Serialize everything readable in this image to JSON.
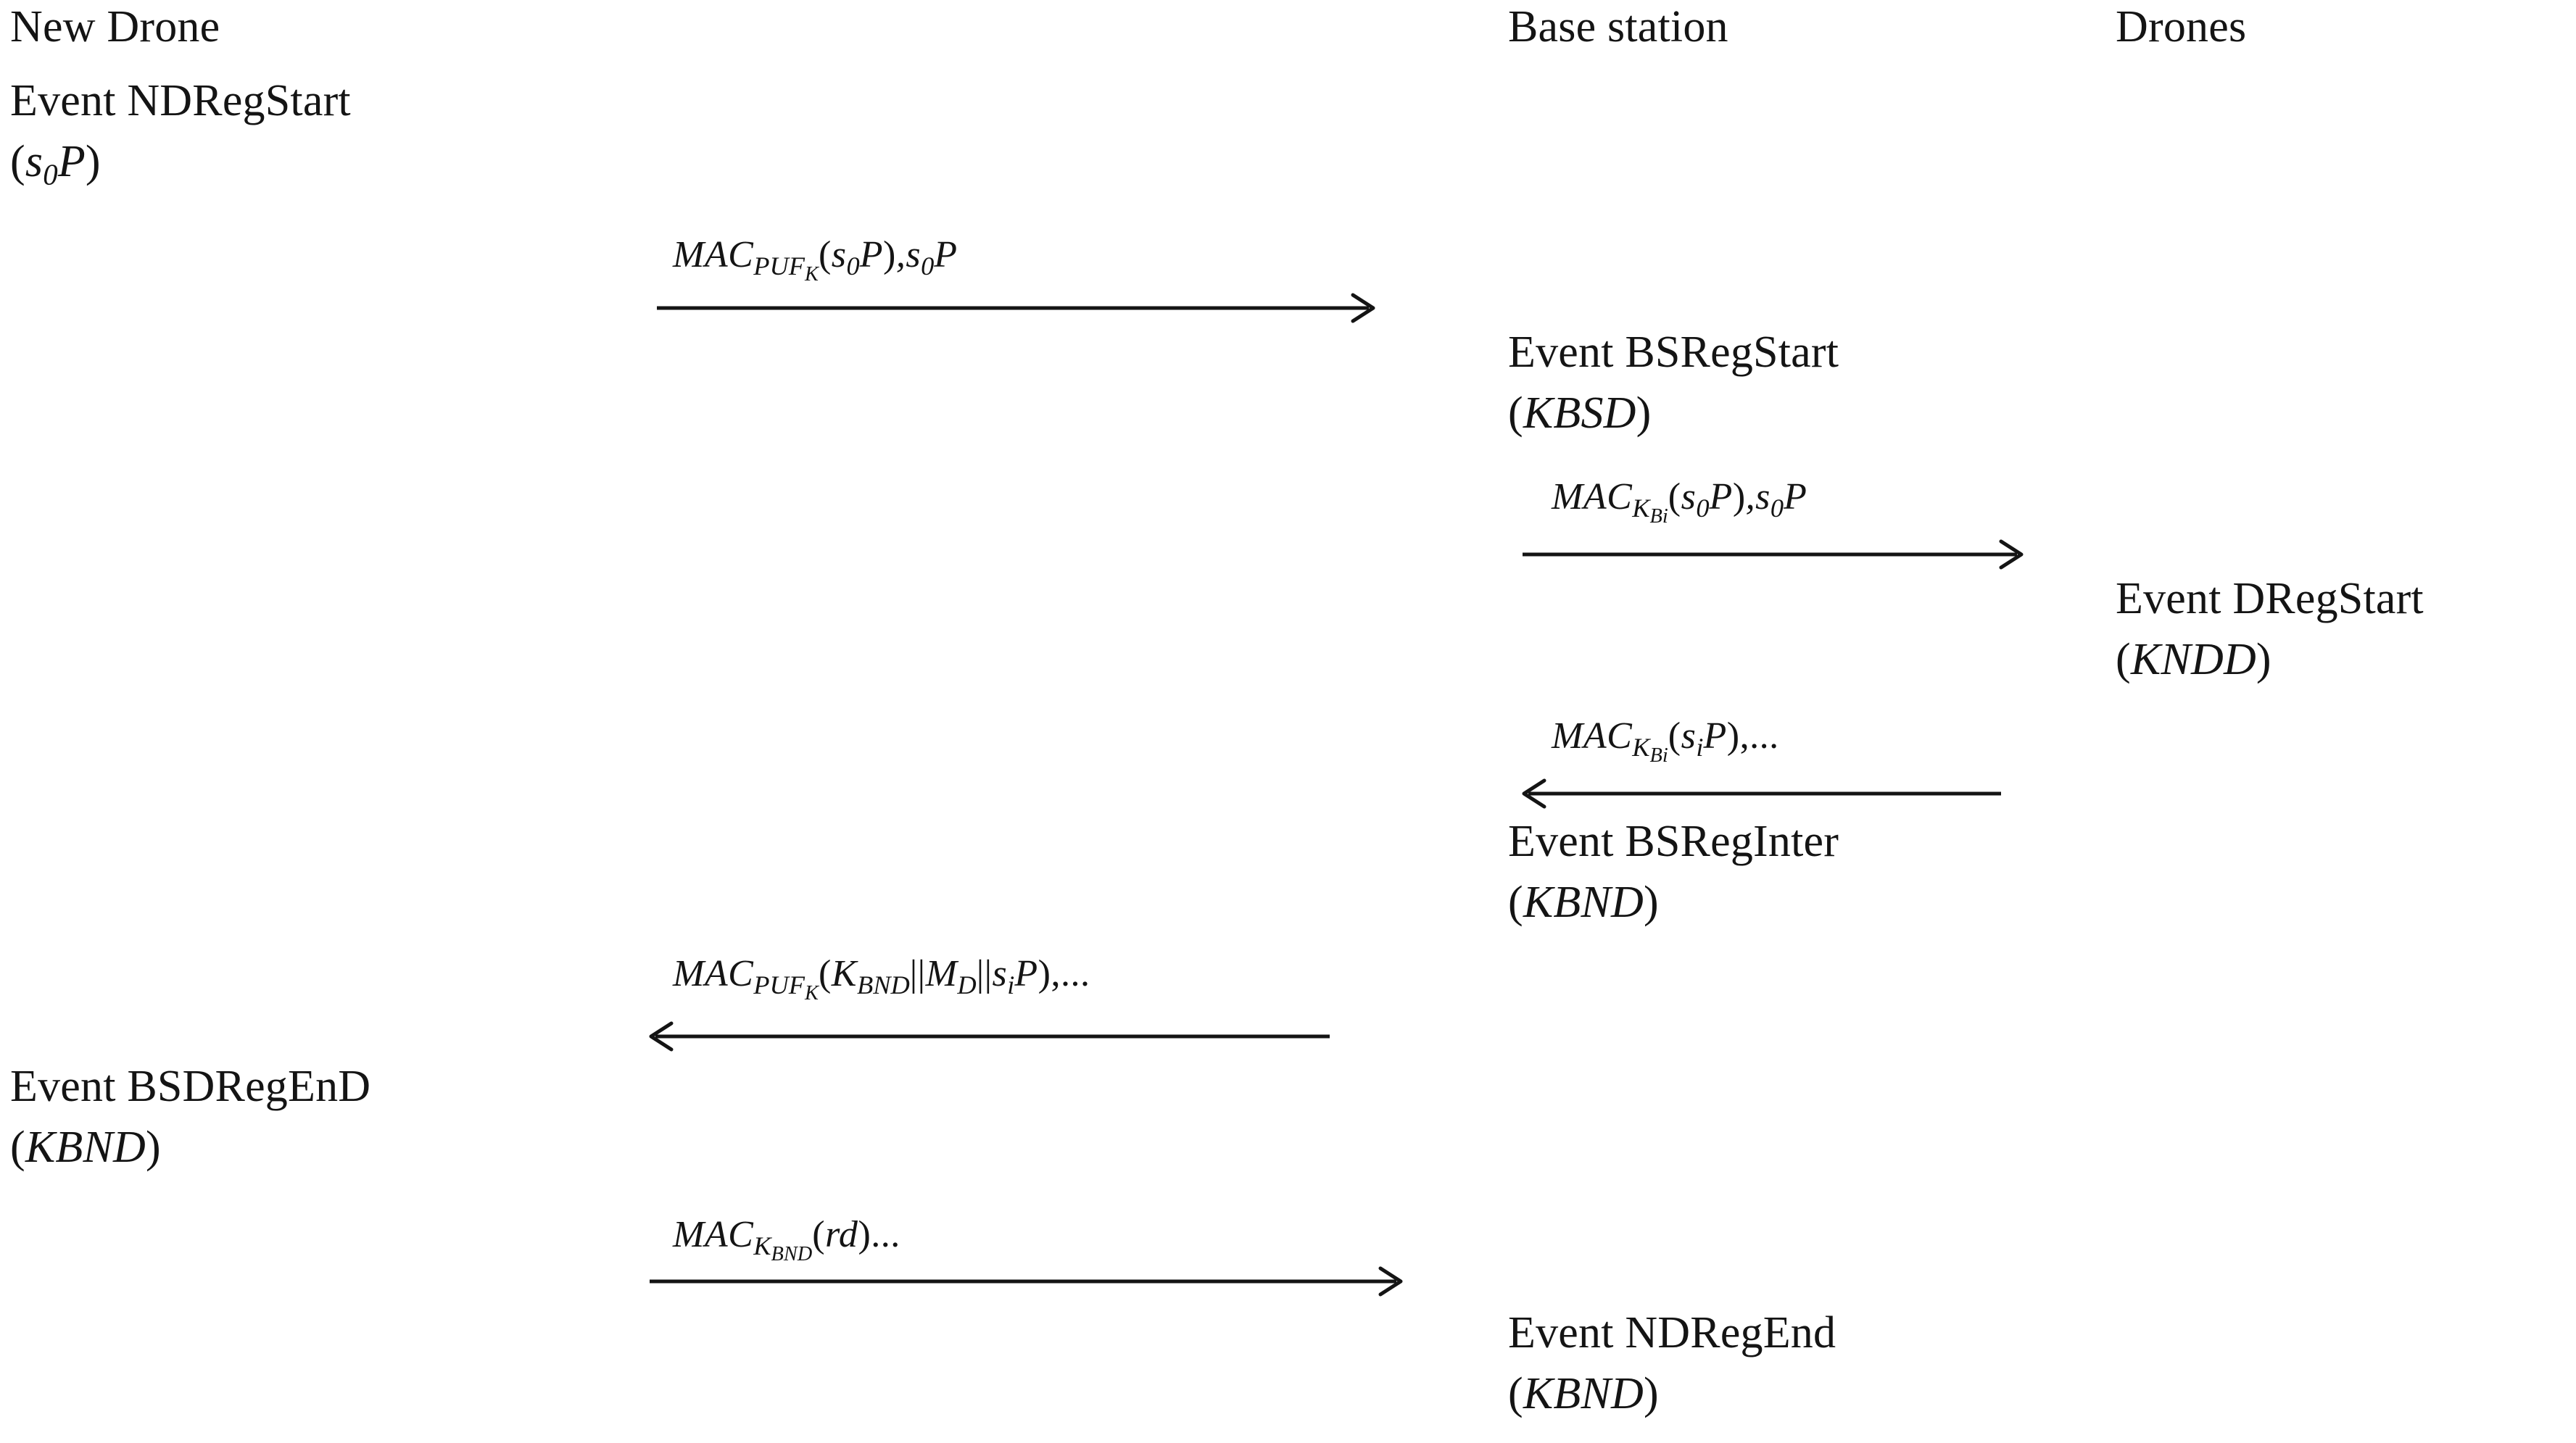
{
  "diagram": {
    "type": "sequence-diagram",
    "background_color": "#ffffff",
    "text_color": "#141414",
    "lifelines": [
      {
        "id": "new-drone",
        "label": "New Drone"
      },
      {
        "id": "base-station",
        "label": "Base station"
      },
      {
        "id": "drones",
        "label": "Drones"
      }
    ],
    "events": [
      {
        "id": "nd-reg-start",
        "lifeline": "new-drone",
        "name": "Event NDRegStart",
        "param_open": "(",
        "param_base": "s",
        "param_sub": "0",
        "param_tail": "P",
        "param_close": ")"
      },
      {
        "id": "bs-reg-start",
        "lifeline": "base-station",
        "name": "Event BSRegStart",
        "param": "(KBSD)",
        "param_open": "(",
        "param_body": "KBSD",
        "param_close": ")"
      },
      {
        "id": "d-reg-start",
        "lifeline": "drones",
        "name": "Event DRegStart",
        "param": "(KNDD)",
        "param_open": "(",
        "param_body": "KNDD",
        "param_close": ")"
      },
      {
        "id": "bs-reg-inter",
        "lifeline": "base-station",
        "name": "Event BSRegInter",
        "param": "(KBND)",
        "param_open": "(",
        "param_body": "KBND",
        "param_close": ")"
      },
      {
        "id": "bsd-reg-end",
        "lifeline": "new-drone",
        "name": "Event BSDRegEnD",
        "param": "(KBND)",
        "param_open": "(",
        "param_body": "KBND",
        "param_close": ")"
      },
      {
        "id": "nd-reg-end",
        "lifeline": "base-station",
        "name": "Event NDRegEnd",
        "param": "(KBND)",
        "param_open": "(",
        "param_body": "KBND",
        "param_close": ")"
      }
    ],
    "messages": [
      {
        "id": "msg-1",
        "from": "new-drone",
        "to": "base-station",
        "direction": "right",
        "label_plain": "MAC_PUF_K(s_0 P), s_0 P",
        "parts": {
          "mac": "MAC",
          "key": "PUF",
          "key_sub": "K",
          "open": "(",
          "arg_base": "s",
          "arg_sub": "0",
          "arg_tail": "P",
          "close": ")",
          "comma": ",",
          "extra_base": "s",
          "extra_sub": "0",
          "extra_tail": "P"
        }
      },
      {
        "id": "msg-2",
        "from": "base-station",
        "to": "drones",
        "direction": "right",
        "label_plain": "MAC_K_Bi(s_0 P), s_0 P",
        "parts": {
          "mac": "MAC",
          "key": "K",
          "key_sub": "Bi",
          "open": "(",
          "arg_base": "s",
          "arg_sub": "0",
          "arg_tail": "P",
          "close": ")",
          "comma": ",",
          "extra_base": "s",
          "extra_sub": "0",
          "extra_tail": "P"
        }
      },
      {
        "id": "msg-3",
        "from": "drones",
        "to": "base-station",
        "direction": "left",
        "label_plain": "MAC_K_Bi(s_i P),...",
        "parts": {
          "mac": "MAC",
          "key": "K",
          "key_sub": "Bi",
          "open": "(",
          "arg_base": "s",
          "arg_sub": "i",
          "arg_tail": "P",
          "close": ")",
          "ellipsis": ",..."
        }
      },
      {
        "id": "msg-4",
        "from": "base-station",
        "to": "new-drone",
        "direction": "left",
        "label_plain": "MAC_PUF_K(K_BND||M_D||s_i P),...",
        "parts": {
          "mac": "MAC",
          "key": "PUF",
          "key_sub": "K",
          "open": "(",
          "a1_base": "K",
          "a1_sub": "BND",
          "sep1": "||",
          "a2_base": "M",
          "a2_sub": "D",
          "sep2": "||",
          "a3_base": "s",
          "a3_sub": "i",
          "a3_tail": "P",
          "close": ")",
          "ellipsis": ",..."
        }
      },
      {
        "id": "msg-5",
        "from": "new-drone",
        "to": "base-station",
        "direction": "right",
        "label_plain": "MAC_K_BND(rd)...",
        "parts": {
          "mac": "MAC",
          "key": "K",
          "key_sub": "BND",
          "open": "(",
          "arg": "rd",
          "close": ")",
          "ellipsis": "..."
        }
      }
    ]
  }
}
